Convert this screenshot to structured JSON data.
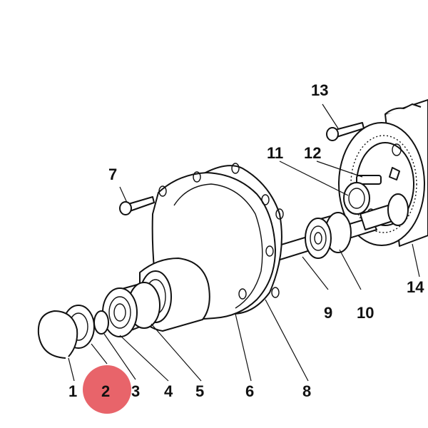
{
  "highlight": {
    "label": "2",
    "color": "#e8646a"
  },
  "callouts": [
    {
      "id": "1",
      "label": "1"
    },
    {
      "id": "2",
      "label": "2"
    },
    {
      "id": "3",
      "label": "3"
    },
    {
      "id": "4",
      "label": "4"
    },
    {
      "id": "5",
      "label": "5"
    },
    {
      "id": "6",
      "label": "6"
    },
    {
      "id": "7",
      "label": "7"
    },
    {
      "id": "8",
      "label": "8"
    },
    {
      "id": "9",
      "label": "9"
    },
    {
      "id": "10",
      "label": "10"
    },
    {
      "id": "11",
      "label": "11"
    },
    {
      "id": "12",
      "label": "12"
    },
    {
      "id": "13",
      "label": "13"
    },
    {
      "id": "14",
      "label": "14"
    }
  ]
}
